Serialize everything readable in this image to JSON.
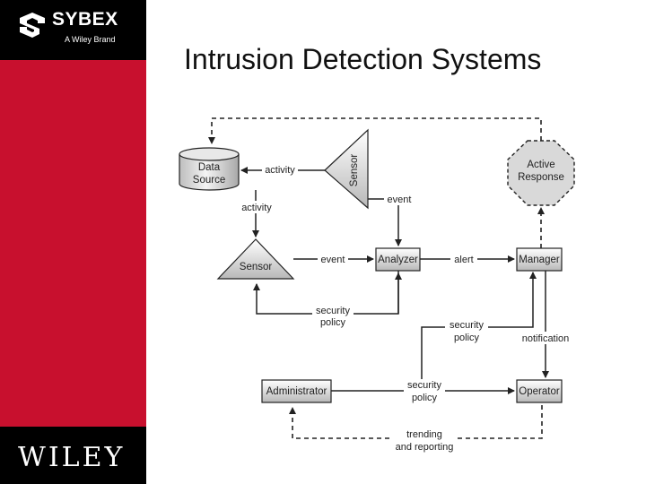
{
  "brand": {
    "logo_text": "SYBEX",
    "logo_sub": "A Wiley Brand",
    "footer_logo": "WILEY"
  },
  "slide": {
    "title": "Intrusion Detection Systems"
  },
  "diagram": {
    "nodes": {
      "data_source": [
        "Data",
        "Source"
      ],
      "sensor_top": "Sensor",
      "active_response": [
        "Active",
        "Response"
      ],
      "sensor_mid": "Sensor",
      "analyzer": "Analyzer",
      "manager": "Manager",
      "administrator": "Administrator",
      "operator": "Operator"
    },
    "edge_labels": {
      "activity_1": "activity",
      "activity_2": "activity",
      "event_1": "event",
      "event_2": "event",
      "alert": "alert",
      "security_policy_1": [
        "security",
        "policy"
      ],
      "security_policy_2": [
        "security",
        "policy"
      ],
      "security_policy_3": [
        "security",
        "policy"
      ],
      "notification": "notification",
      "trending": [
        "trending",
        "and reporting"
      ]
    }
  }
}
